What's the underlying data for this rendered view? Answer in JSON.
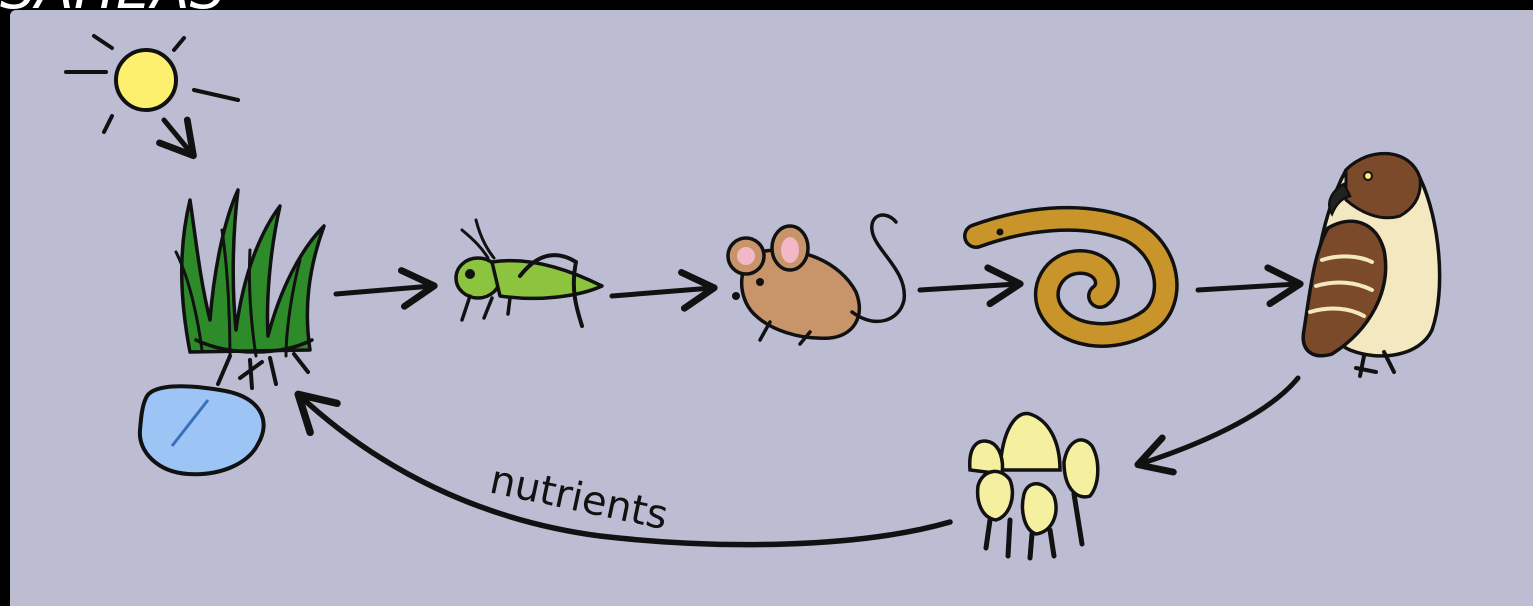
{
  "header_fragment": "SAHEAS",
  "diagram": {
    "nodes": [
      {
        "id": "sun",
        "icon": "sun-icon"
      },
      {
        "id": "water",
        "icon": "water-drop-icon"
      },
      {
        "id": "grass",
        "icon": "grass-icon"
      },
      {
        "id": "grasshopper",
        "icon": "grasshopper-icon"
      },
      {
        "id": "mouse",
        "icon": "mouse-icon"
      },
      {
        "id": "snake",
        "icon": "snake-icon"
      },
      {
        "id": "hawk",
        "icon": "hawk-icon"
      },
      {
        "id": "mushrooms",
        "icon": "mushrooms-icon"
      }
    ],
    "edges": [
      {
        "from": "sun",
        "to": "grass"
      },
      {
        "from": "grass",
        "to": "grasshopper"
      },
      {
        "from": "grasshopper",
        "to": "mouse"
      },
      {
        "from": "mouse",
        "to": "snake"
      },
      {
        "from": "snake",
        "to": "hawk"
      },
      {
        "from": "hawk",
        "to": "mushrooms"
      },
      {
        "from": "mushrooms",
        "to": "grass",
        "label": "nutrients"
      }
    ],
    "colors": {
      "background": "#bcbdd3",
      "sun": "#fdf06e",
      "grass": "#2e8b2a",
      "grasshopper": "#8cc440",
      "mouse": "#c8946a",
      "snake": "#c9952a",
      "hawk_dark": "#7a4a2a",
      "hawk_light": "#f4e8c0",
      "mushroom": "#f5f0a0",
      "water": "#9cc4f5"
    }
  }
}
